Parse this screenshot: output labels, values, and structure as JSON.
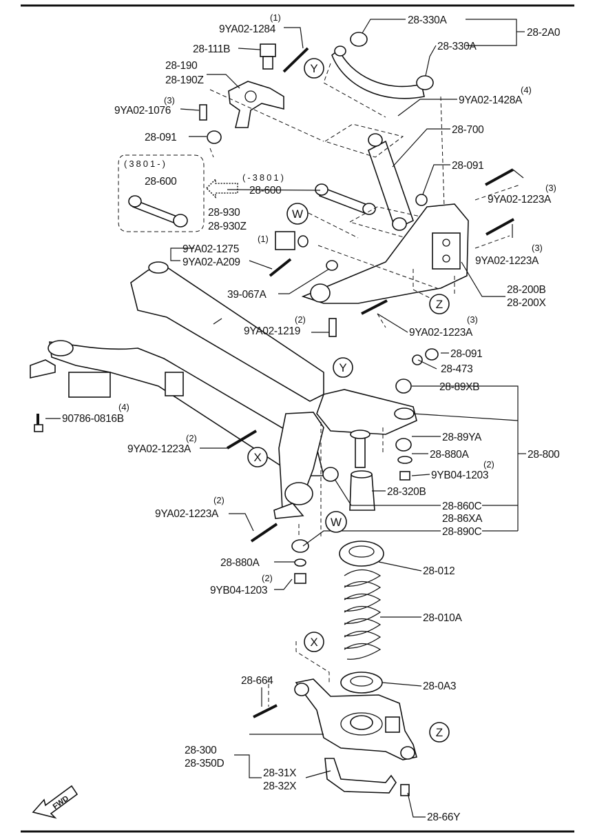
{
  "callouts": {
    "q_1284": "(1)",
    "p_1284": "9YA02-1284",
    "p_111b": "28-111B",
    "p_190": "28-190",
    "p_190z": "28-190Z",
    "q_1076": "(3)",
    "p_1076": "9YA02-1076",
    "p_091a": "28-091",
    "p_330a_top": "28-330A",
    "p_2a0": "28-2A0",
    "p_330a_mid": "28-330A",
    "q_1428a": "(4)",
    "p_1428a": "9YA02-1428A",
    "p_700": "28-700",
    "p_091b": "28-091",
    "p_3801a": "(3801-)",
    "p_600a": "28-600",
    "p_3801b": "(-3801)",
    "p_600b": "28-600",
    "q_1223a_1": "(3)",
    "p_1223a_1": "9YA02-1223A",
    "p_930": "28-930",
    "p_930z": "28-930Z",
    "q_1275": "(1)",
    "p_1275": "9YA02-1275",
    "p_a209": "9YA02-A209",
    "q_1223a_2": "(3)",
    "p_1223a_2": "9YA02-1223A",
    "p_067a": "39-067A",
    "p_200b": "28-200B",
    "p_200x": "28-200X",
    "q_1219": "(2)",
    "p_1219": "9YA02-1219",
    "q_1223a_3": "(3)",
    "p_1223a_3": "9YA02-1223A",
    "p_091c": "28-091",
    "p_473": "28-473",
    "p_89xb": "28-89XB",
    "q_0816b": "(4)",
    "p_0816b": "90786-0816B",
    "q_1223a_4": "(2)",
    "p_1223a_4": "9YA02-1223A",
    "p_89ya": "28-89YA",
    "p_880a_r": "28-880A",
    "p_800": "28-800",
    "q_1203_r": "(2)",
    "p_1203_r": "9YB04-1203",
    "p_320b": "28-320B",
    "q_1223a_5": "(2)",
    "p_1223a_5": "9YA02-1223A",
    "p_860c": "28-860C",
    "p_86xa": "28-86XA",
    "p_890c": "28-890C",
    "p_880a_l": "28-880A",
    "q_1203_l": "(2)",
    "p_1203_l": "9YB04-1203",
    "p_012": "28-012",
    "p_010a": "28-010A",
    "p_664": "28-664",
    "p_0a3": "28-0A3",
    "p_300": "28-300",
    "p_350d": "28-350D",
    "p_31x": "28-31X",
    "p_32x": "28-32X",
    "p_66y": "28-66Y"
  },
  "refs": {
    "y_top": "Y",
    "w_top": "W",
    "z_mid": "Z",
    "y_mid": "Y",
    "x_mid": "X",
    "w_mid": "W",
    "x_low": "X",
    "z_low": "Z"
  },
  "fwd": "FWD"
}
